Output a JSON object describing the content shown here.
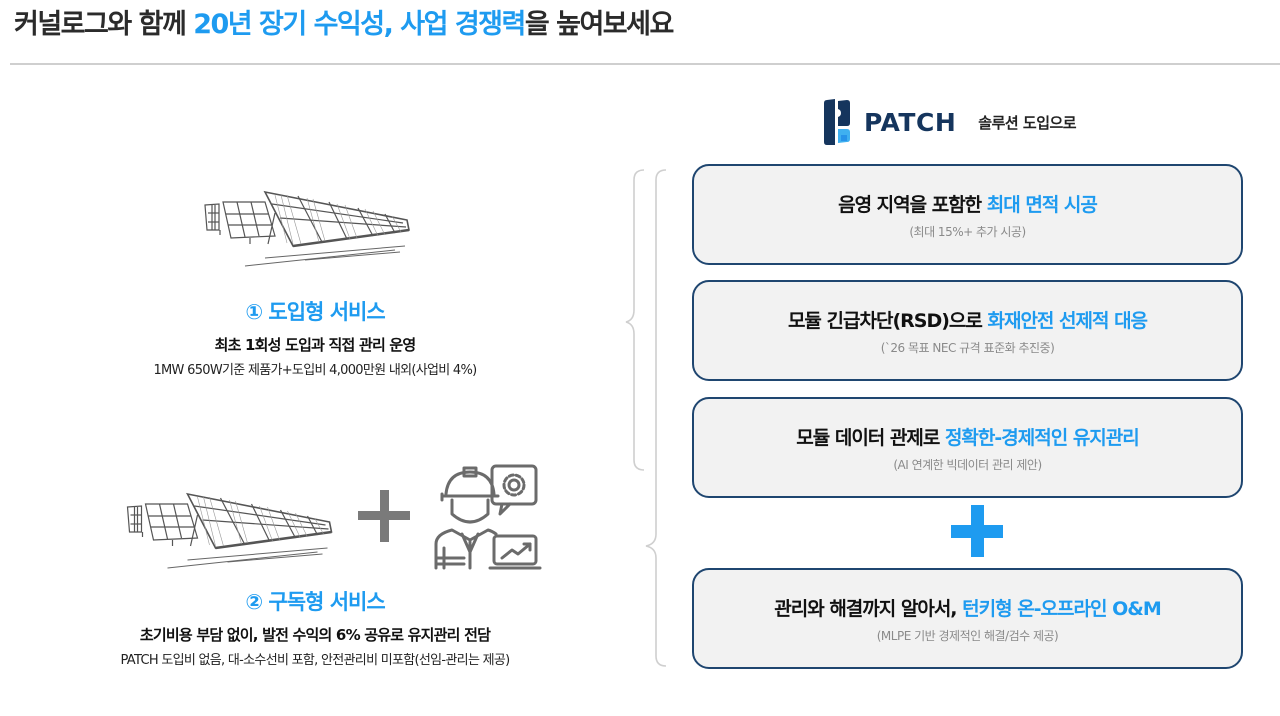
{
  "header": {
    "title_prefix": "커널로그와 함께 ",
    "title_accent": "20년 장기 수익성, 사업 경쟁력",
    "title_suffix": "을 높여보세요"
  },
  "services": [
    {
      "title": "① 도입형 서비스",
      "main": "최초 1회성 도입과 직접 관리 운영",
      "sub": "1MW 650W기준 제품가+도입비 4,000만원 내외(사업비 4%)",
      "icons": [
        "solar-panel-icon"
      ]
    },
    {
      "title": "② 구독형 서비스",
      "main": "초기비용 부담 없이, 발전 수익의 6% 공유로 유지관리 전담",
      "sub": "PATCH 도입비 없음, 대-소수선비 포함, 안전관리비 미포함(선임-관리는 제공)",
      "icons": [
        "solar-panel-icon",
        "plus-icon",
        "engineer-icon"
      ]
    }
  ],
  "brand": {
    "name": "PATCH",
    "suffix": "솔루션 도입으로",
    "colors": {
      "navy": "#15355d",
      "accent": "#1e9bf0"
    }
  },
  "features": [
    {
      "main_prefix": "음영 지역을 포함한 ",
      "main_accent": "최대 면적 시공",
      "sub": "(최대 15%+ 추가 시공)"
    },
    {
      "main_prefix": "모듈 긴급차단(RSD)으로 ",
      "main_accent": "화재안전 선제적 대응",
      "sub": "(`26 목표 NEC 규격 표준화 추진중)"
    },
    {
      "main_prefix": "모듈 데이터 관제로 ",
      "main_accent": "정확한-경제적인 유지관리",
      "sub": "(AI 연계한 빅데이터 관리 제안)"
    },
    {
      "main_prefix": "관리와 해결까지 알아서, ",
      "main_accent": "턴키형 온-오프라인 O&M",
      "sub": "(MLPE 기반 경제적인 해결/검수 제공)"
    }
  ],
  "colors": {
    "accent": "#1e9bf0",
    "box_border": "#1f4670",
    "box_fill": "#f2f2f2",
    "divider": "#cfcfcf"
  }
}
